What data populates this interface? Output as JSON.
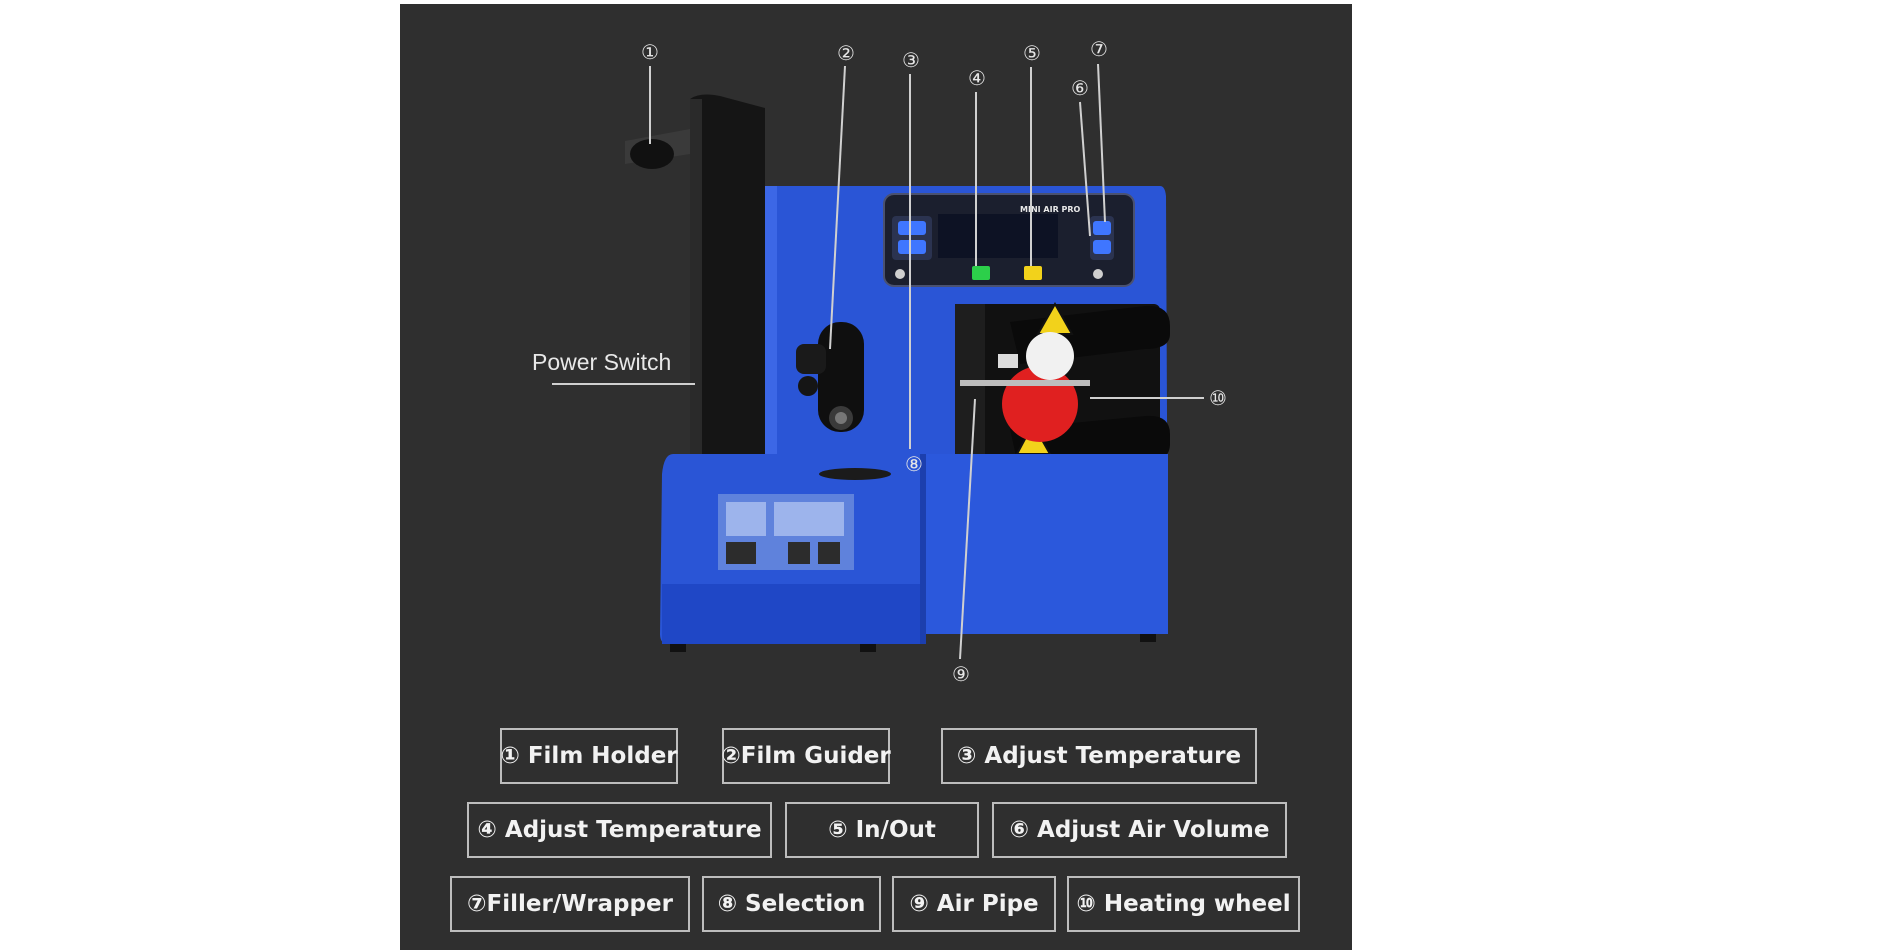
{
  "power_switch_label": "Power Switch",
  "panel_text": {
    "brand": "MINI AIR PRO"
  },
  "callouts": [
    {
      "id": "1",
      "glyph": "①"
    },
    {
      "id": "2",
      "glyph": "②"
    },
    {
      "id": "3",
      "glyph": "③"
    },
    {
      "id": "4",
      "glyph": "④"
    },
    {
      "id": "5",
      "glyph": "⑤"
    },
    {
      "id": "6",
      "glyph": "⑥"
    },
    {
      "id": "7",
      "glyph": "⑦"
    },
    {
      "id": "8",
      "glyph": "⑧"
    },
    {
      "id": "9",
      "glyph": "⑨"
    },
    {
      "id": "10",
      "glyph": "⑩"
    }
  ],
  "legend": [
    {
      "label": "① Film Holder"
    },
    {
      "label": "②Film Guider"
    },
    {
      "label": "③ Adjust Temperature"
    },
    {
      "label": "④ Adjust Temperature"
    },
    {
      "label": "⑤ In/Out"
    },
    {
      "label": "⑥ Adjust Air Volume"
    },
    {
      "label": "⑦Filler/Wrapper"
    },
    {
      "label": "⑧ Selection"
    },
    {
      "label": "⑨ Air Pipe"
    },
    {
      "label": "⑩ Heating wheel"
    }
  ],
  "colors": {
    "background": "#2f2f2f",
    "machine_blue": "#2a55d6",
    "warning_yellow": "#f2d21b",
    "heating_red": "#e02020",
    "box_border": "#bdbdbd"
  }
}
